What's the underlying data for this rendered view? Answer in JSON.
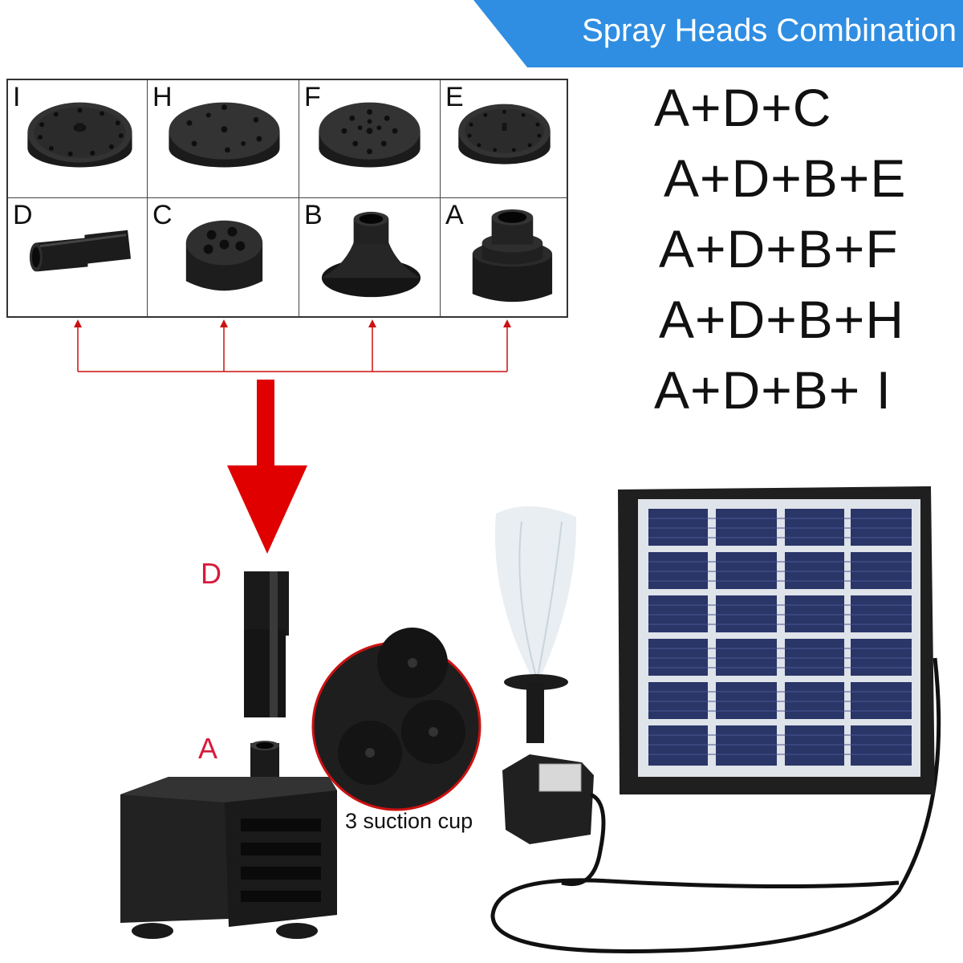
{
  "banner": {
    "title": "Spray Heads Combination",
    "color": "#2f8ee2"
  },
  "parts": {
    "top_row": [
      {
        "letter": "I",
        "icon": "nozzle-disc-ring-icon"
      },
      {
        "letter": "H",
        "icon": "nozzle-disc-sparse-icon"
      },
      {
        "letter": "F",
        "icon": "nozzle-disc-dense-icon"
      },
      {
        "letter": "E",
        "icon": "nozzle-disc-ring-icon"
      }
    ],
    "bottom_row": [
      {
        "letter": "D",
        "icon": "extension-tube-icon"
      },
      {
        "letter": "C",
        "icon": "multi-hole-cap-icon"
      },
      {
        "letter": "B",
        "icon": "cone-adapter-icon"
      },
      {
        "letter": "A",
        "icon": "pump-adapter-icon"
      }
    ]
  },
  "combinations": [
    "A+D+C",
    "A+D+B+E",
    "A+D+B+F",
    "A+D+B+H",
    "A+D+B+ I"
  ],
  "assembly": {
    "label_d": "D",
    "label_a": "A",
    "suction_label": "3 suction cup",
    "accent_color": "#e00000",
    "label_color": "#d81a3c"
  }
}
